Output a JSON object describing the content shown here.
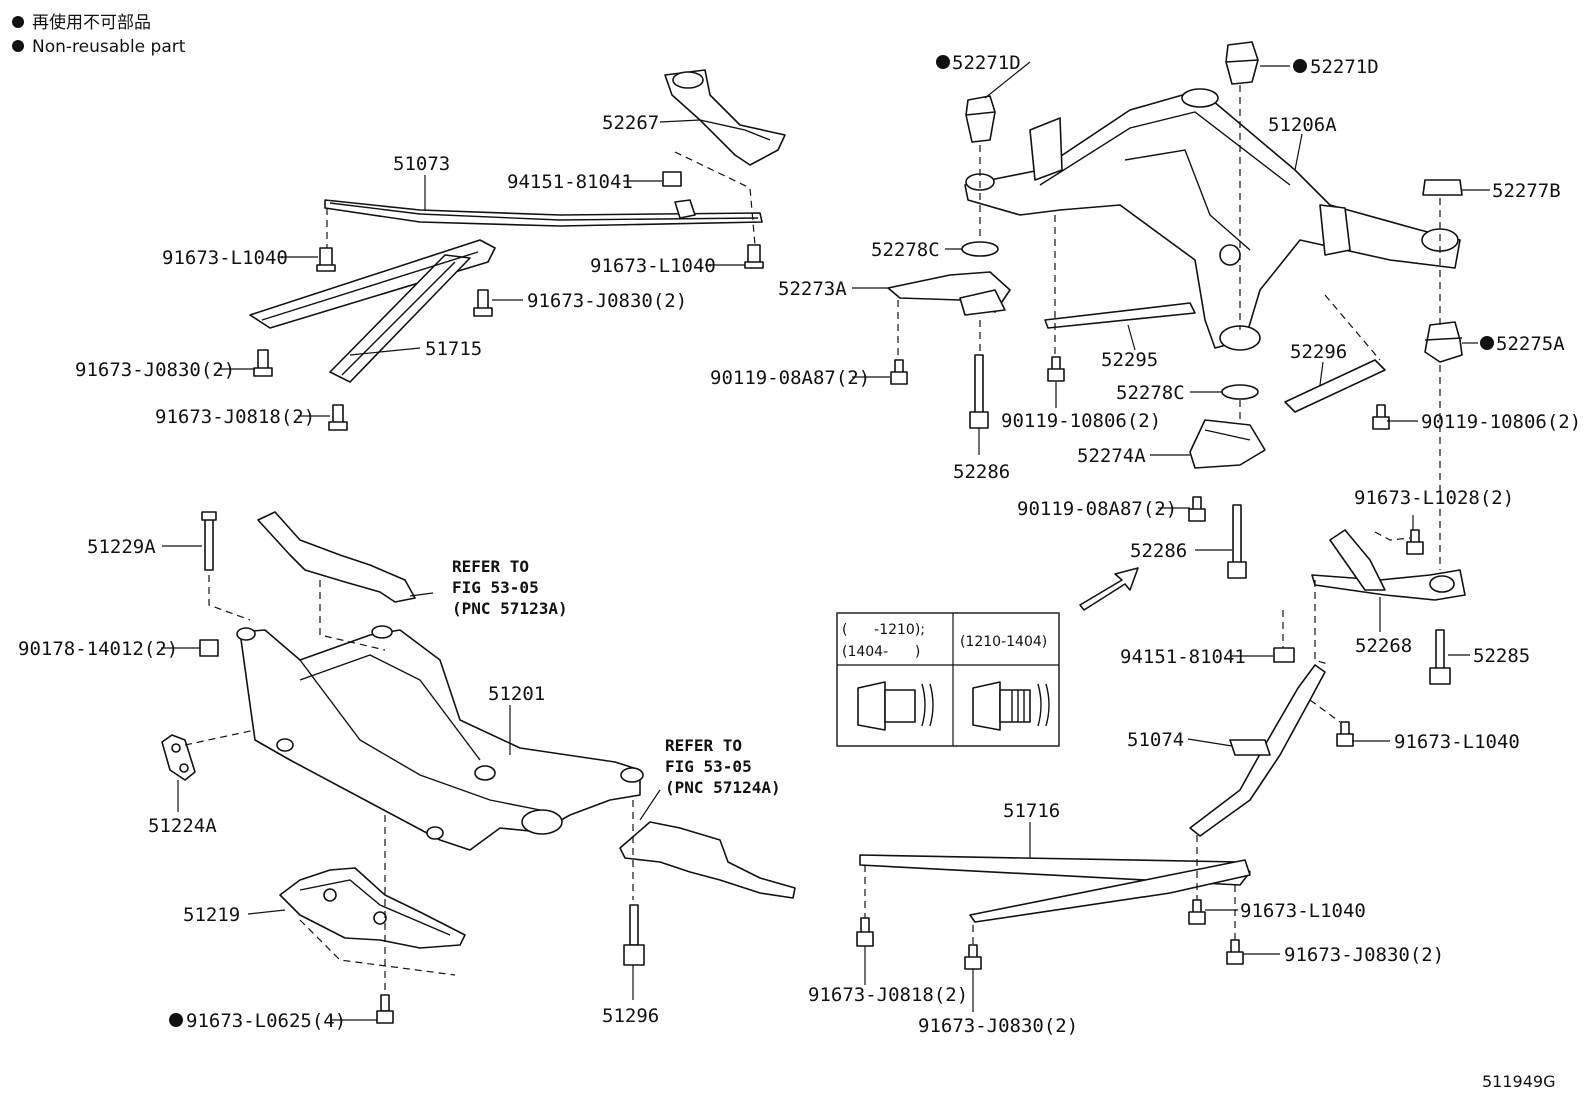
{
  "legend": {
    "jp": "再使用不可部品",
    "en": "Non-reusable part"
  },
  "labels": {
    "l52271D_left": "52271D",
    "l52271D_right": "52271D",
    "l52267": "52267",
    "l51073": "51073",
    "l94151_top": "94151-81041",
    "l91673_L1040_a": "91673-L1040",
    "l91673_L1040_b": "91673-L1040",
    "l91673_J0830_a": "91673-J0830(2)",
    "l91673_J0830_b": "91673-J0830(2)",
    "l51715": "51715",
    "l91673_J0818_a": "91673-J0818(2)",
    "l52278C_top": "52278C",
    "l52273A": "52273A",
    "l90119_08A87_a": "90119-08A87(2)",
    "l52286_a": "52286",
    "l51206A": "51206A",
    "l52277B": "52277B",
    "l52295": "52295",
    "l52296": "52296",
    "l52278C_bot": "52278C",
    "l52275A": "52275A",
    "l90119_10806_a": "90119-10806(2)",
    "l90119_10806_b": "90119-10806(2)",
    "l52274A": "52274A",
    "l90119_08A87_b": "90119-08A87(2)",
    "l52286_b": "52286",
    "l91673_L1028": "91673-L1028(2)",
    "l51229A": "51229A",
    "l90178": "90178-14012(2)",
    "l51201": "51201",
    "l51224A": "51224A",
    "l51219": "51219",
    "l91673_L0625": "91673-L0625(4)",
    "l51296": "51296",
    "l52268": "52268",
    "l94151_bot": "94151-81041",
    "l52285": "52285",
    "l51074": "51074",
    "l91673_L1040_c": "91673-L1040",
    "l51716": "51716",
    "l91673_L1040_d": "91673-L1040",
    "l91673_J0830_c": "91673-J0830(2)",
    "l91673_J0818_b": "91673-J0818(2)",
    "l91673_J0830_d": "91673-J0830(2)"
  },
  "notes": {
    "refer1_l1": "REFER TO",
    "refer1_l2": "FIG 53-05",
    "refer1_l3": "(PNC 57123A)",
    "refer2_l1": "REFER TO",
    "refer2_l2": "FIG 53-05",
    "refer2_l3": "(PNC 57124A)"
  },
  "inset": {
    "col1_l1": "(      -1210);",
    "col1_l2": "(1404-      )",
    "col2": "(1210-1404)"
  },
  "figure_code": "511949G"
}
